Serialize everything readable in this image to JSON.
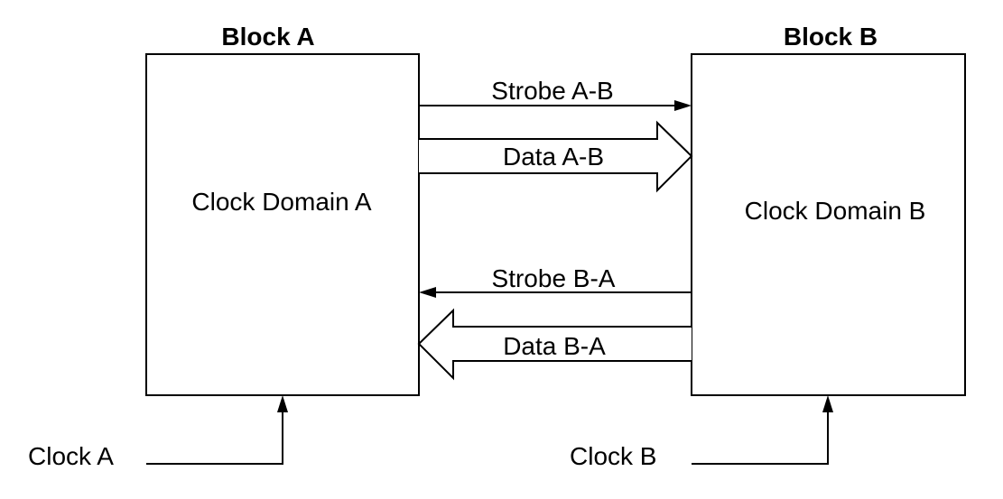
{
  "blocks": {
    "a": {
      "title": "Block A",
      "domain_label": "Clock Domain A"
    },
    "b": {
      "title": "Block B",
      "domain_label": "Clock Domain B"
    }
  },
  "signals": {
    "strobe_ab": "Strobe A-B",
    "data_ab": "Data A-B",
    "strobe_ba": "Strobe B-A",
    "data_ba": "Data B-A"
  },
  "clocks": {
    "a": "Clock A",
    "b": "Clock B"
  }
}
